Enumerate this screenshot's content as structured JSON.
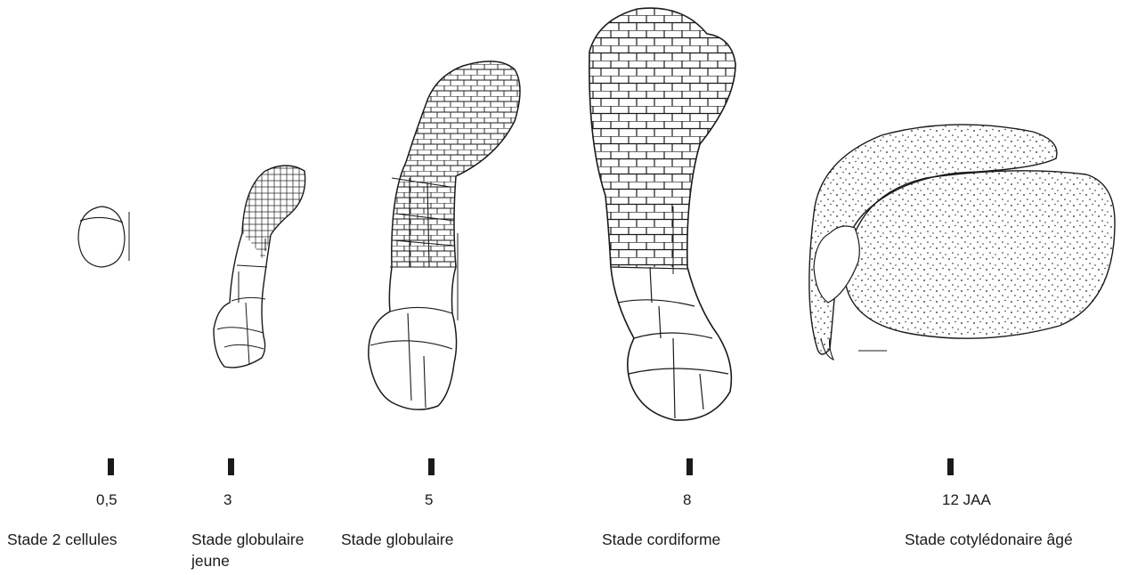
{
  "stages": [
    {
      "day": "0,5",
      "label": "Stade 2 cellules"
    },
    {
      "day": "3",
      "label": "Stade globulaire jeune"
    },
    {
      "day": "5",
      "label": "Stade globulaire"
    },
    {
      "day": "8",
      "label": "Stade cordiforme"
    },
    {
      "day": "12 JAA",
      "label": "Stade cotylédonaire âgé"
    }
  ],
  "colors": {
    "ink": "#1a1a1a",
    "background": "#ffffff"
  }
}
